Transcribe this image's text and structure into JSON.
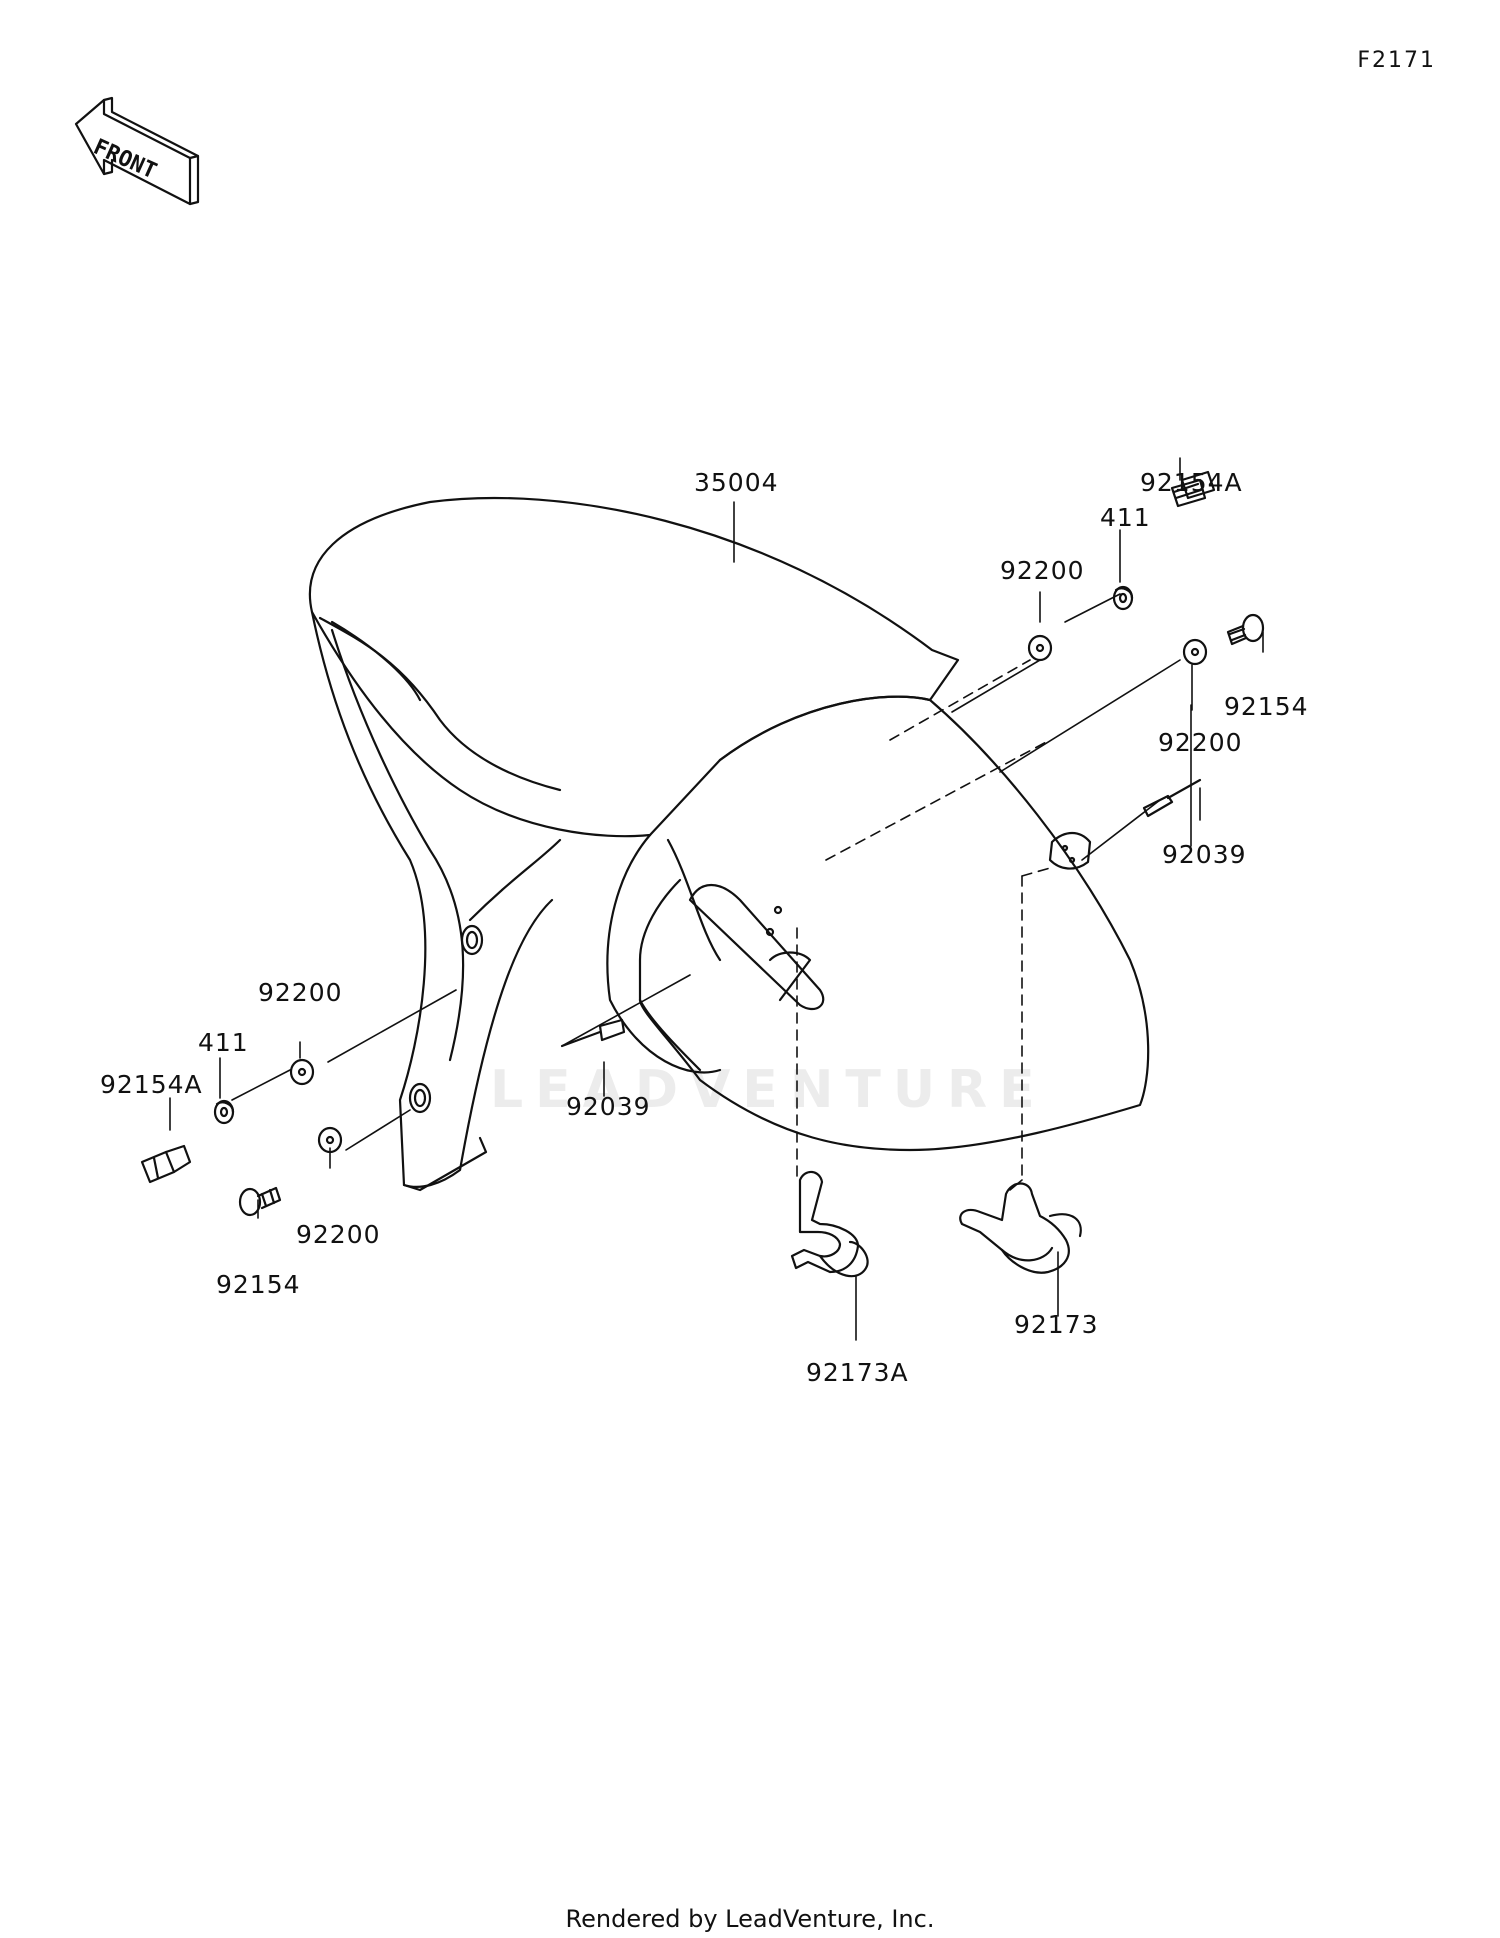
{
  "diagram_code": "F2171",
  "front_arrow_label": "FRONT",
  "watermark": "LEADVENTURE",
  "footer": "Rendered by LeadVenture, Inc.",
  "parts": {
    "fender": "35004",
    "washer_top_left": "92200",
    "collar_top": "411",
    "bolt_top_a": "92154A",
    "bolt_top": "92154",
    "washer_top_right": "92200",
    "rivet_right": "92039",
    "washer_left_upper": "92200",
    "collar_left": "411",
    "bolt_left_a": "92154A",
    "washer_left_lower": "92200",
    "bolt_left": "92154",
    "rivet_center": "92039",
    "clamp_right": "92173",
    "clamp_center": "92173A"
  }
}
